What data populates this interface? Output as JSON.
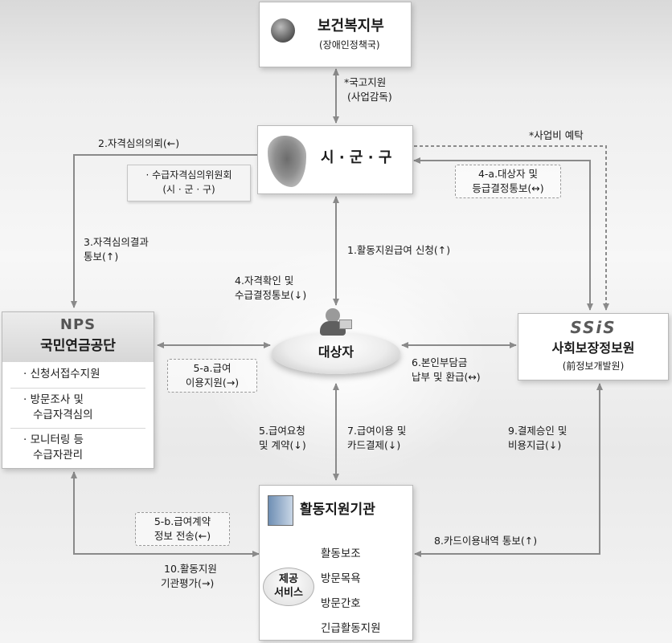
{
  "mohw": {
    "name": "보건복지부",
    "sub": "(장애인정책국)"
  },
  "sgg": {
    "name": "시 · 군 · 구",
    "committee_line1": "· 수급자격심의위원회",
    "committee_line2": "(시 · 군 · 구)"
  },
  "nps": {
    "logo": "NPS",
    "name": "국민연금공단",
    "items": [
      "· 신청서접수지원",
      "· 방문조사 및",
      "수급자격심의",
      "· 모니터링 등",
      "수급자관리"
    ]
  },
  "ssis": {
    "logo": "SSiS",
    "name": "사회보장정보원",
    "sub": "(前정보개발원)"
  },
  "target": {
    "name": "대상자"
  },
  "agency": {
    "name": "활동지원기관",
    "service_line1": "제공",
    "service_line2": "서비스",
    "services": [
      "활동보조",
      "방문목욕",
      "방문간호",
      "긴급활동지원"
    ]
  },
  "labels": {
    "subsidy_line1": "*국고지원",
    "subsidy_line2": "(사업감독)",
    "deposit": "*사업비 예탁",
    "l1": "1.활동지원급여 신청(↑)",
    "l2": "2.자격심의의뢰(←)",
    "l3_line1": "3.자격심의결과",
    "l3_line2": "통보(↑)",
    "l4_line1": "4.자격확인 및",
    "l4_line2": "수급결정통보(↓)",
    "l4a_line1": "4-a.대상자 및",
    "l4a_line2": "등급결정통보(↔)",
    "l5_line1": "5.급여요청",
    "l5_line2": "및 계약(↓)",
    "l5a_line1": "5-a.급여",
    "l5a_line2": "이용지원(→)",
    "l5b_line1": "5-b.급여계약",
    "l5b_line2": "정보 전송(←)",
    "l6_line1": "6.본인부담금",
    "l6_line2": "납부 및 환급(↔)",
    "l7_line1": "7.급여이용 및",
    "l7_line2": "카드결제(↓)",
    "l8": "8.카드이용내역 통보(↑)",
    "l9_line1": "9.결제승인 및",
    "l9_line2": "비용지급(↓)",
    "l10_line1": "10.활동지원",
    "l10_line2": "기관평가(→)"
  },
  "colors": {
    "arrow": "#8a8a8a",
    "logo_blue": "#3a6fb0",
    "text": "#1a1a1a"
  }
}
